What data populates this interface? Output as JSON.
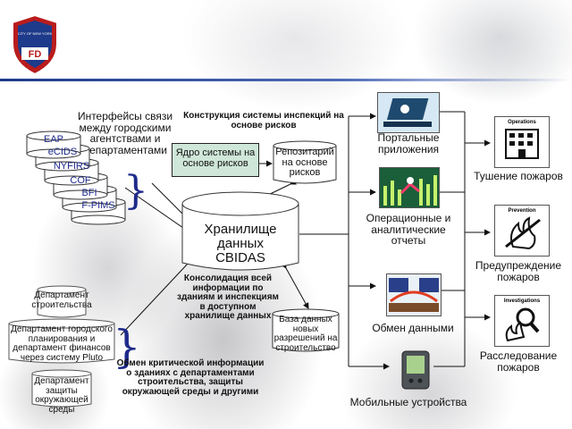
{
  "logo": {
    "text": "CITY OF NEW YORK"
  },
  "interfaces_title": "Интерфейсы связи между городскими агентствами и департаментами",
  "agency_stack": [
    "EAP",
    "eCIDS",
    "NYFIRS",
    "COF",
    "BFI",
    "F-PIMS"
  ],
  "departments": {
    "building": "Департамент строительства",
    "planning": "Департамент городского планирования и департамент финансов через систему Pluto",
    "environment": "Департамент защиты окружающей среды"
  },
  "exchange_caption": "Обмен критической информации о зданиях с департаментами строительства, защиты окружающей среды и другими",
  "risk_construction_caption": "Конструкция системы инспекций на основе рисков",
  "risk_core_label": "Ядро системы на основе рисков",
  "repository_label": "Репозитарий на основе рисков",
  "warehouse_label": "Хранилище данных CBIDAS",
  "consolidation_caption": "Консолидация всей информации по зданиям и инспекциям в доступном хранилище данных",
  "permits_db_label": "База данных новых разрешений на строительство",
  "channels": [
    {
      "label": "Портальные приложения",
      "icon": "portal-icon"
    },
    {
      "label": "Операционные и аналитические отчеты",
      "icon": "analytics-chart-icon"
    },
    {
      "label": "Обмен данными",
      "icon": "data-exchange-icon"
    },
    {
      "label": "Мобильные устройства",
      "icon": "pda-icon"
    }
  ],
  "outcomes": [
    {
      "label": "Тушение пожаров",
      "icon_title": "Operations",
      "icon": "operations-icon"
    },
    {
      "label": "Предупреждение пожаров",
      "icon_title": "Prevention",
      "icon": "prevention-icon"
    },
    {
      "label": "Расследование пожаров",
      "icon_title": "Investigations",
      "icon": "investigations-icon"
    }
  ]
}
